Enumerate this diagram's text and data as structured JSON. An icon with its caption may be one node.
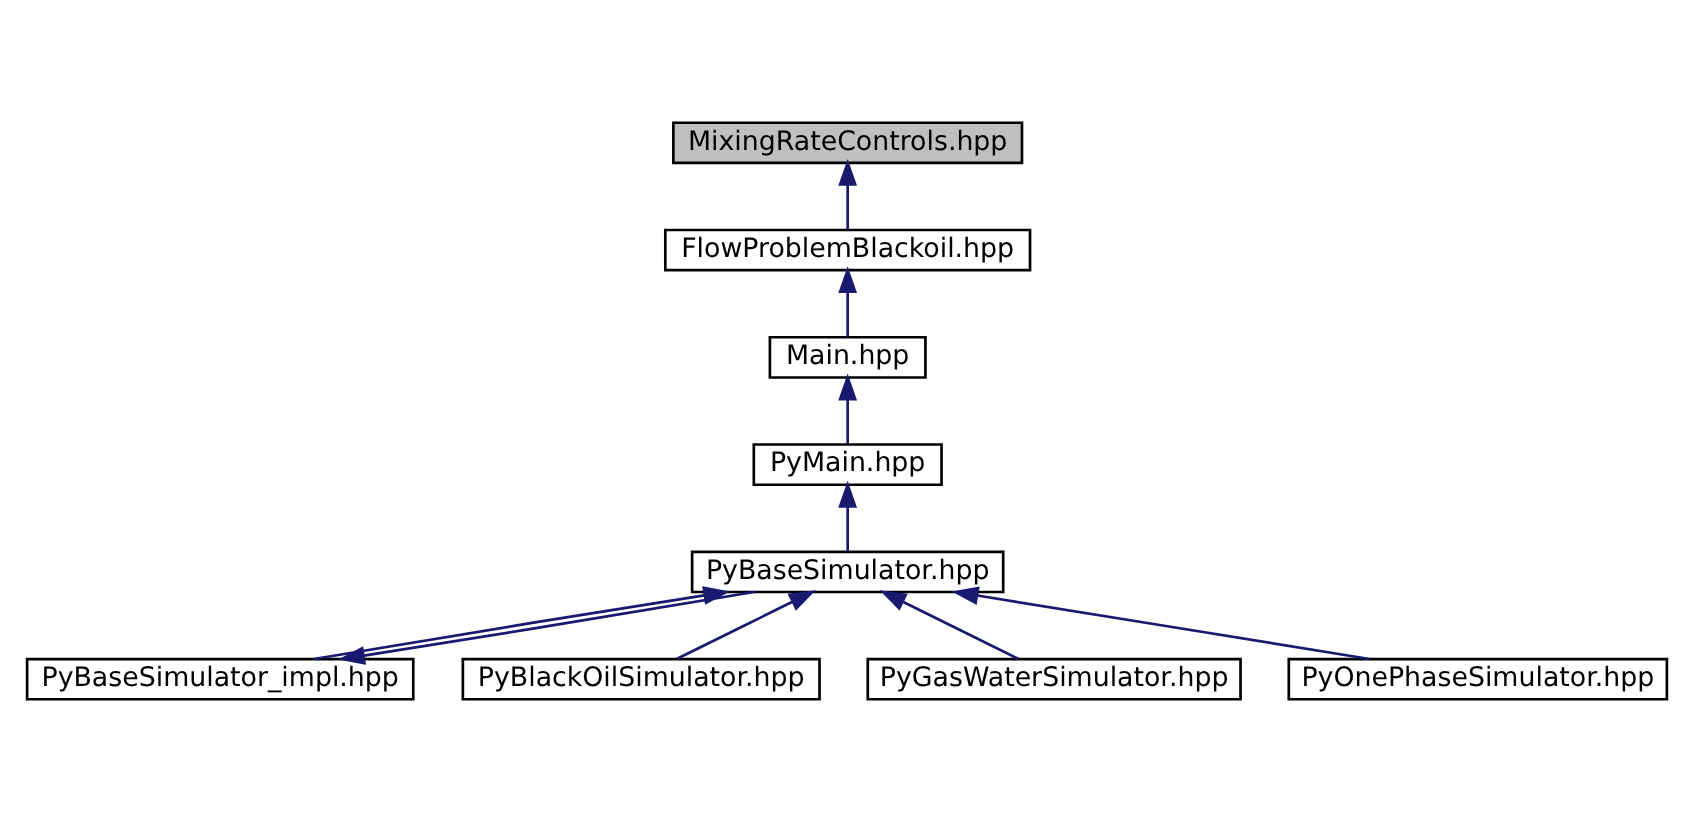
{
  "diagram": {
    "nodes": [
      {
        "text": [
          "MixingRateControls.hpp"
        ]
      },
      {
        "text": [
          "FlowProblemBlackoil.hpp"
        ]
      },
      {
        "text": [
          "Main.hpp"
        ]
      },
      {
        "text": [
          "PyMain.hpp"
        ]
      },
      {
        "text": [
          "PyBaseSimulator.hpp"
        ]
      },
      {
        "text": [
          "PyBaseSimulator_impl.hpp"
        ]
      },
      {
        "text": [
          "PyBlackOilSimulator.hpp"
        ]
      },
      {
        "text": [
          "PyGasWaterSimulator.hpp"
        ]
      },
      {
        "text": [
          "PyOnePhaseSimulator.hpp"
        ]
      }
    ],
    "edges": [
      {
        "from": 1,
        "to": 0,
        "arrow": "to"
      },
      {
        "from": 2,
        "to": 1,
        "arrow": "to"
      },
      {
        "from": 3,
        "to": 2,
        "arrow": "to"
      },
      {
        "from": 4,
        "to": 3,
        "arrow": "to"
      },
      {
        "from": 5,
        "to": 4,
        "arrow": "to"
      },
      {
        "from": 4,
        "to": 5,
        "arrow": "to"
      },
      {
        "from": 6,
        "to": 4,
        "arrow": "to"
      },
      {
        "from": 7,
        "to": 4,
        "arrow": "to"
      },
      {
        "from": 8,
        "to": 4,
        "arrow": "to"
      }
    ]
  }
}
